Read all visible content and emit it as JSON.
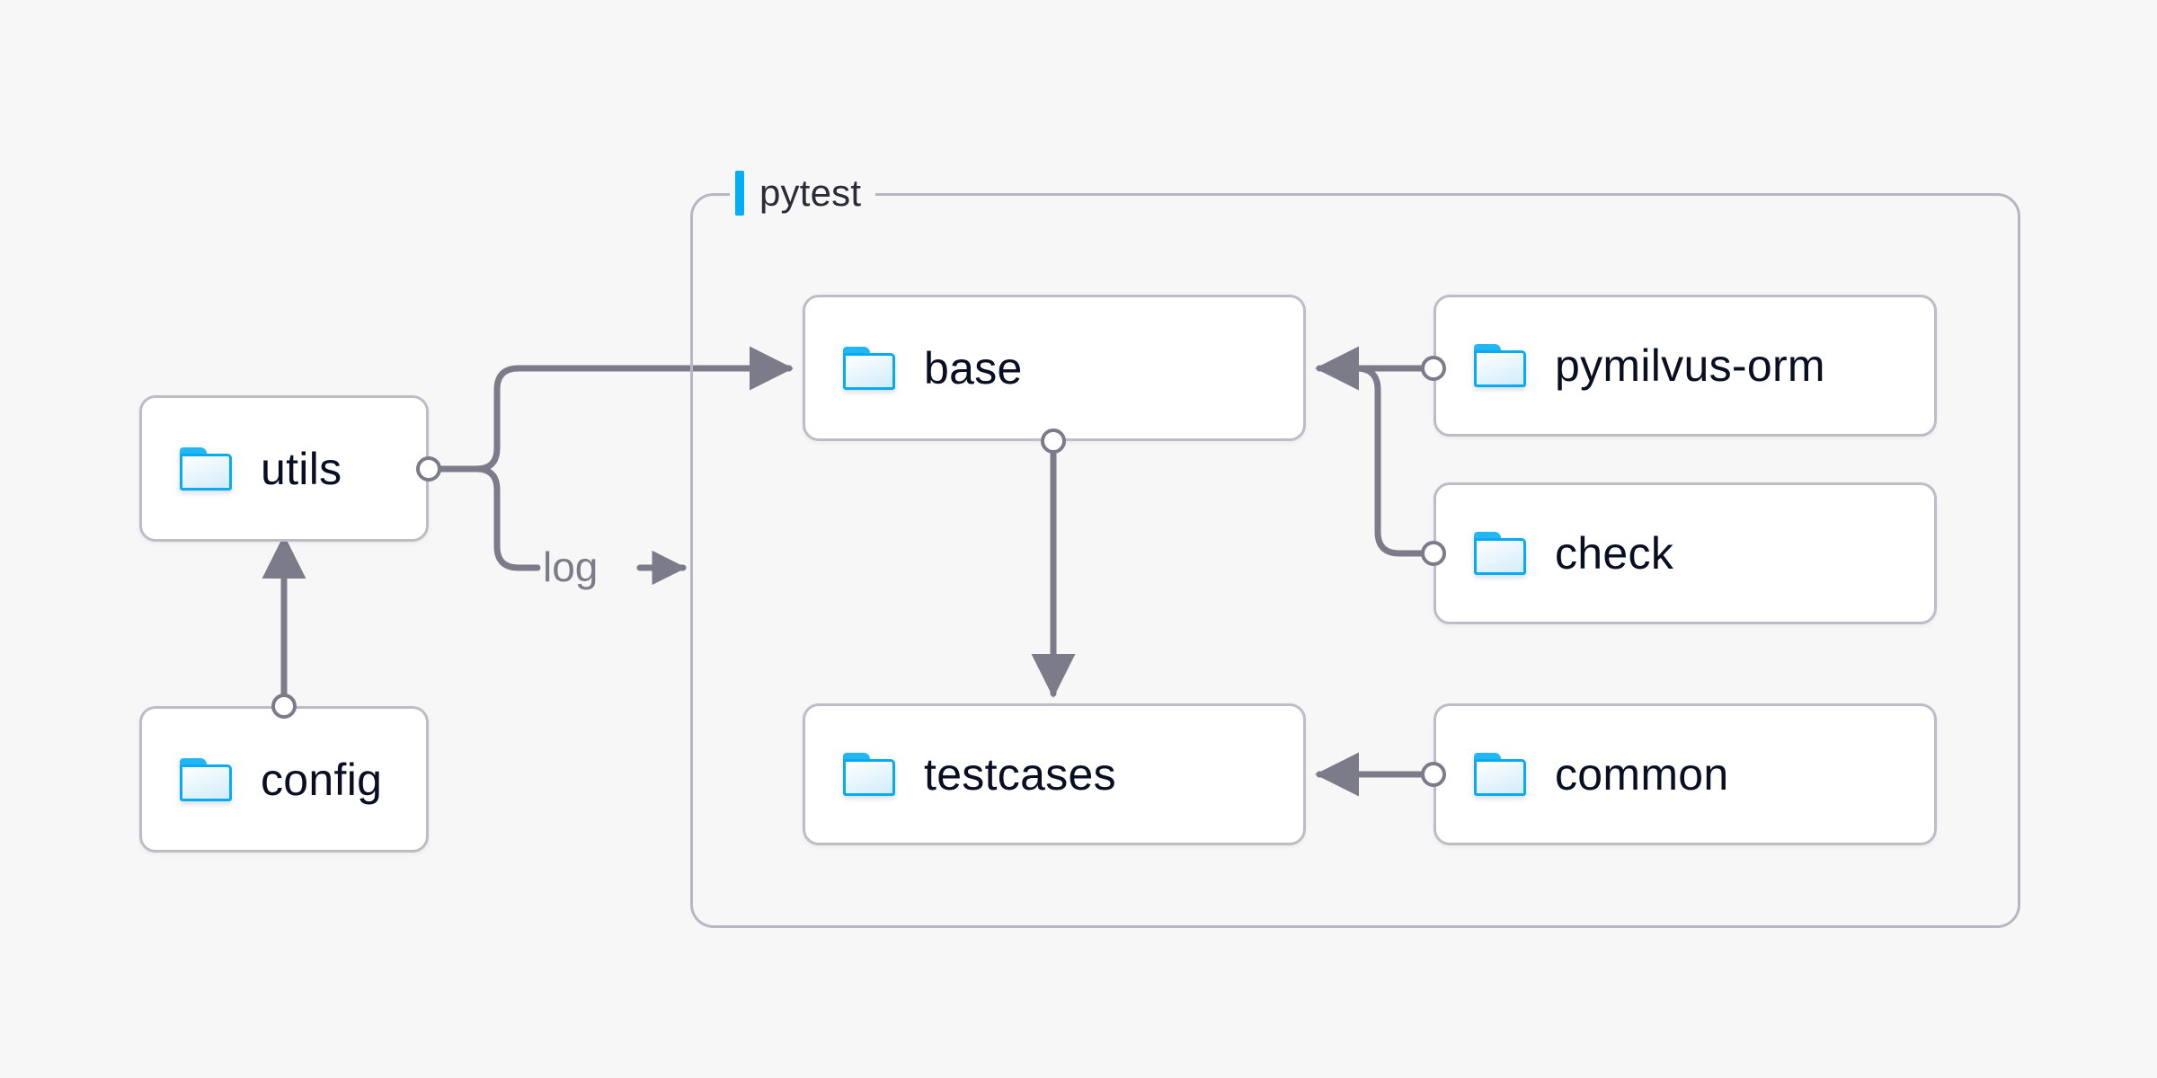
{
  "canvas": {
    "background": "#f7f7f7",
    "wire_color": "#7b7b8a",
    "node_border_color": "#bdbcc7",
    "group_border_color": "#b7b6c2",
    "accent_color": "#06AEF5",
    "label_color": "#080f22"
  },
  "group": {
    "name": "pytest-group",
    "label": "pytest",
    "accent_icon": "accent-bar-icon"
  },
  "nodes": [
    {
      "id": "utils",
      "label": "utils",
      "icon": "folder-icon"
    },
    {
      "id": "config",
      "label": "config",
      "icon": "folder-icon"
    },
    {
      "id": "base",
      "label": "base",
      "icon": "folder-icon"
    },
    {
      "id": "testcases",
      "label": "testcases",
      "icon": "folder-icon"
    },
    {
      "id": "pymilvus-orm",
      "label": "pymilvus-orm",
      "icon": "folder-icon"
    },
    {
      "id": "check",
      "label": "check",
      "icon": "folder-icon"
    },
    {
      "id": "common",
      "label": "common",
      "icon": "folder-icon"
    }
  ],
  "edges": [
    {
      "id": "config-to-utils",
      "from": "config",
      "to": "utils",
      "label": ""
    },
    {
      "id": "utils-to-base",
      "from": "utils",
      "to": "base",
      "label": ""
    },
    {
      "id": "utils-to-pytest-log",
      "from": "utils",
      "to": "pytest",
      "label": "log"
    },
    {
      "id": "base-to-testcases",
      "from": "base",
      "to": "testcases",
      "label": ""
    },
    {
      "id": "pymilvus-orm-to-base",
      "from": "pymilvus-orm",
      "to": "base",
      "label": ""
    },
    {
      "id": "check-to-base",
      "from": "check",
      "to": "base",
      "label": ""
    },
    {
      "id": "common-to-testcases",
      "from": "common",
      "to": "testcases",
      "label": ""
    }
  ],
  "edge_labels": {
    "log": "log"
  }
}
